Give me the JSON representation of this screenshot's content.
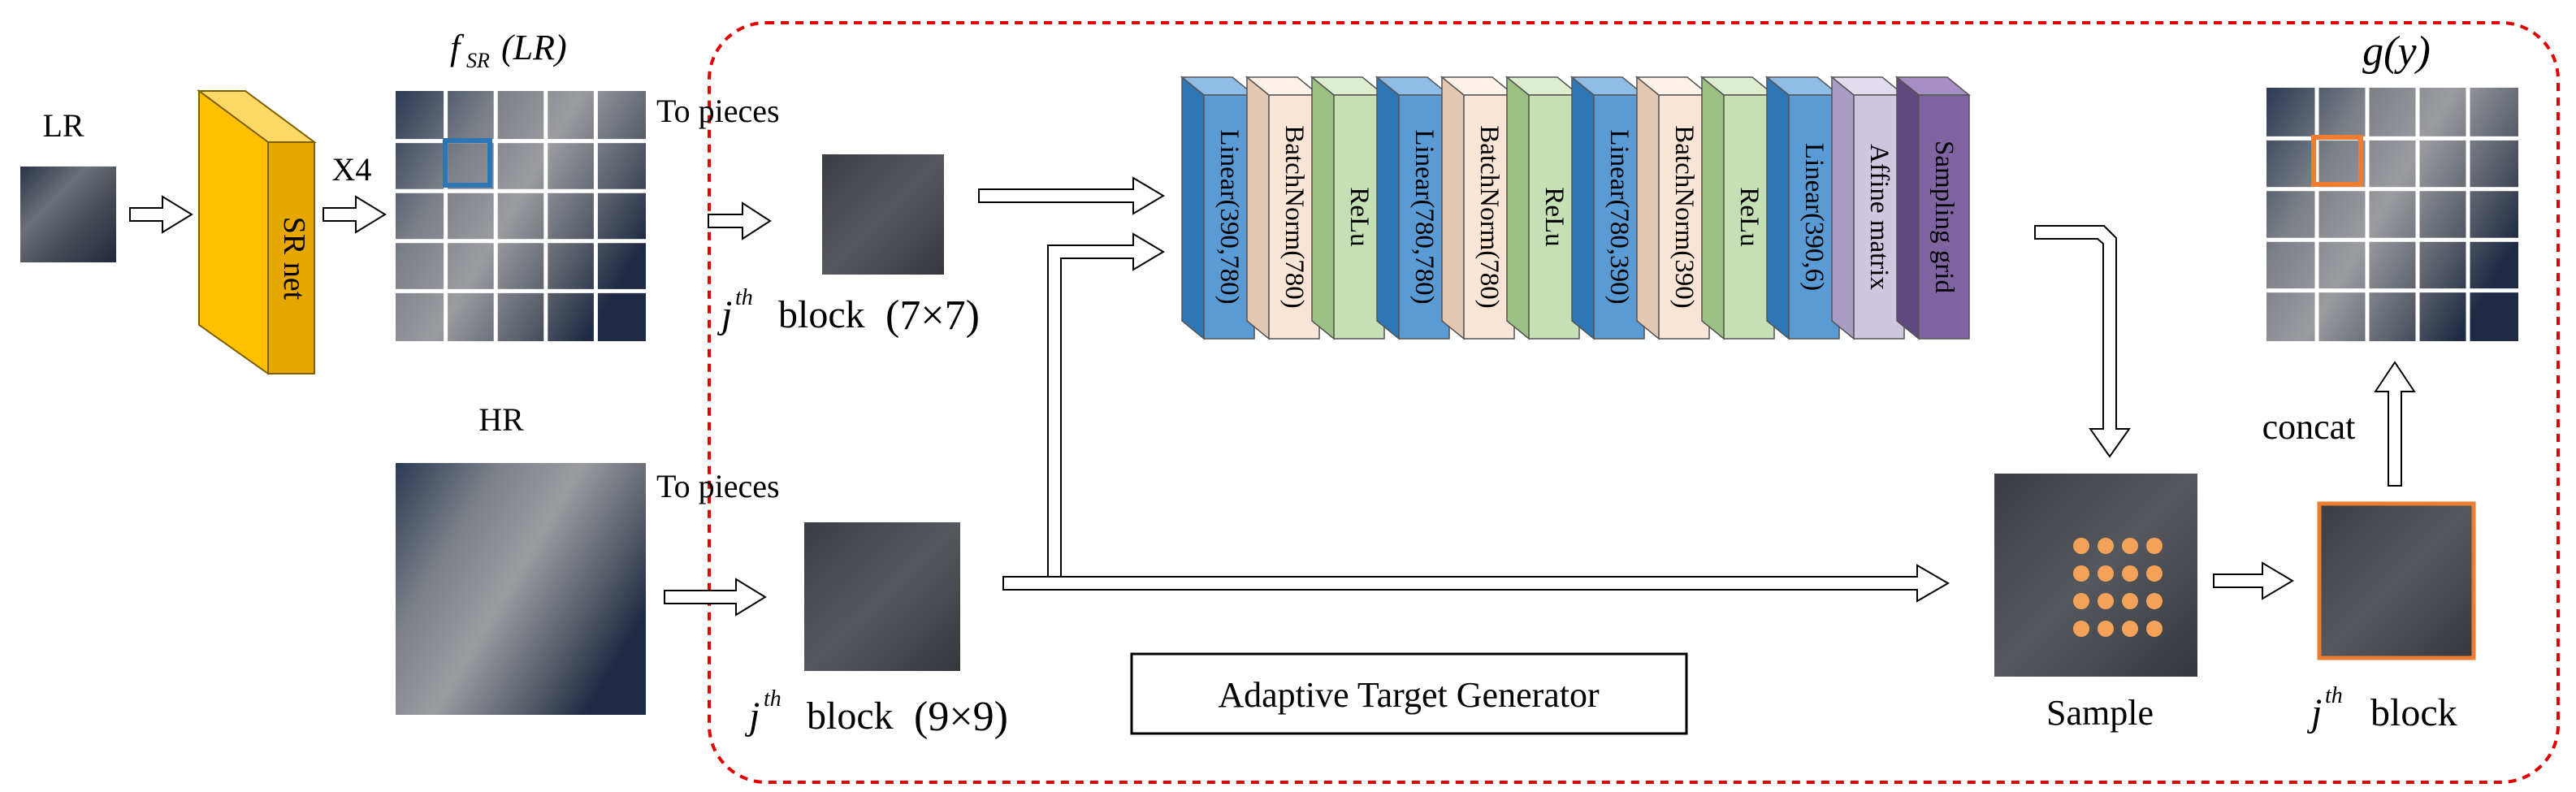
{
  "inputs": {
    "lr": "LR",
    "hr": "HR"
  },
  "sr": {
    "net": "SR net",
    "scale": "X4",
    "output_fn": "f",
    "output_sub": "SR",
    "output_arg": "(LR)"
  },
  "pieces": {
    "top": "To pieces",
    "bottom": "To pieces"
  },
  "blocks": {
    "j": "j",
    "th": "th",
    "block": "block",
    "small": "(7×7)",
    "large": "(9×9)",
    "final": "block"
  },
  "network": {
    "layers": [
      {
        "label": "Linear(390,780)",
        "kind": "linear"
      },
      {
        "label": "BatchNorm(780)",
        "kind": "norm"
      },
      {
        "label": "ReLu",
        "kind": "relu"
      },
      {
        "label": "Linear(780,780)",
        "kind": "linear"
      },
      {
        "label": "BatchNorm(780)",
        "kind": "norm"
      },
      {
        "label": "ReLu",
        "kind": "relu"
      },
      {
        "label": "Linear(780,390)",
        "kind": "linear"
      },
      {
        "label": "BatchNorm(390)",
        "kind": "norm"
      },
      {
        "label": "ReLu",
        "kind": "relu"
      },
      {
        "label": "Linear(390,6)",
        "kind": "linear"
      },
      {
        "label": "Affine matrix",
        "kind": "affine"
      },
      {
        "label": "Sampling grid",
        "kind": "grid"
      }
    ],
    "colors": {
      "linear": {
        "front": "#5b9bd5",
        "side": "#2e75b6",
        "top": "#8fbde8"
      },
      "norm": {
        "front": "#fbe5d6",
        "side": "#e2c7b3",
        "top": "#fdf1e8"
      },
      "relu": {
        "front": "#c5e0b4",
        "side": "#9dc183",
        "top": "#dcedd0"
      },
      "affine": {
        "front": "#cfc6e0",
        "side": "#a99dc3",
        "top": "#e2dcef"
      },
      "grid": {
        "front": "#8064a2",
        "side": "#5f4a7e",
        "top": "#a68fc4"
      }
    }
  },
  "output": {
    "g": "g(y)",
    "concat": "concat",
    "sample": "Sample"
  },
  "module": {
    "title": "Adaptive Target Generator"
  },
  "colors": {
    "sr_net": "#ffc000",
    "dashed_border": "#e00000",
    "highlight_blue": "#2e75b6",
    "highlight_orange": "#ed7d31",
    "sample_dot": "#f4a259"
  }
}
